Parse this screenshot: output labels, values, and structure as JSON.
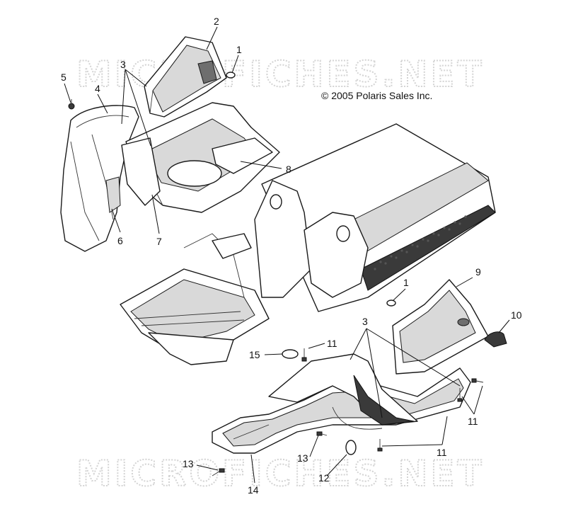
{
  "watermark": {
    "top": "MICROFICHES.NET",
    "bottom": "MICROFICHES.NET"
  },
  "copyright": "© 2005 Polaris Sales Inc.",
  "callouts": {
    "c1a": "1",
    "c2": "2",
    "c3a": "3",
    "c4": "4",
    "c5": "5",
    "c6": "6",
    "c7": "7",
    "c8": "8",
    "c9": "9",
    "c1b": "1",
    "c10": "10",
    "c3b": "3",
    "c11a": "11",
    "c15": "15",
    "c11b": "11",
    "c11c": "11",
    "c13a": "13",
    "c13b": "13",
    "c12": "12",
    "c14": "14"
  }
}
